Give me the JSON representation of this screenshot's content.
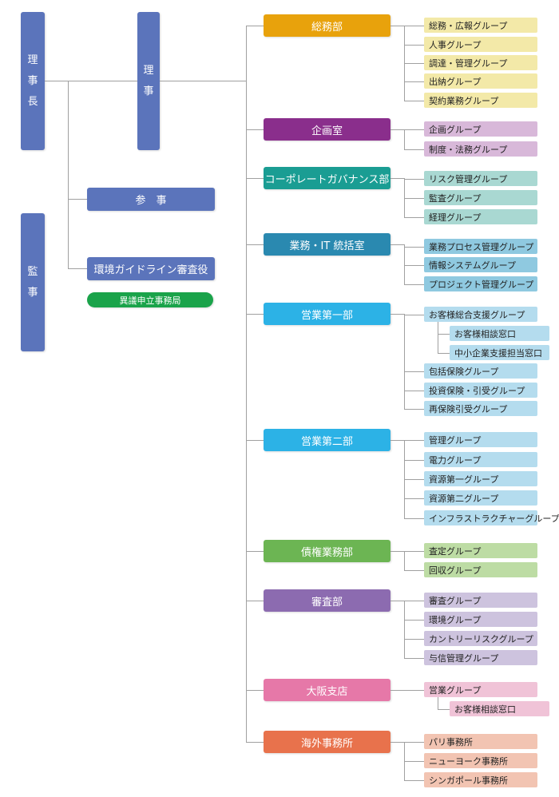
{
  "executives": {
    "chairman": [
      "理",
      "事",
      "長"
    ],
    "director": [
      "理",
      "事"
    ],
    "auditor": [
      "監",
      "事"
    ],
    "counselor": "参　事",
    "env_guideline": "環境ガイドライン審査役",
    "objection_office": "異議申立事務局"
  },
  "departments": [
    {
      "name": "総務部",
      "color": "#e8a20c",
      "group_color": "#f3e9a8",
      "groups": [
        {
          "label": "総務・広報グループ"
        },
        {
          "label": "人事グループ"
        },
        {
          "label": "調達・管理グループ"
        },
        {
          "label": "出納グループ"
        },
        {
          "label": "契約業務グループ"
        }
      ]
    },
    {
      "name": "企画室",
      "color": "#8a2e8c",
      "group_color": "#d8b8d9",
      "groups": [
        {
          "label": "企画グループ"
        },
        {
          "label": "制度・法務グループ"
        }
      ]
    },
    {
      "name": "コーポレートガバナンス部",
      "color": "#1a9d93",
      "group_color": "#a9d8d2",
      "groups": [
        {
          "label": "リスク管理グループ"
        },
        {
          "label": "監査グループ"
        },
        {
          "label": "経理グループ"
        }
      ]
    },
    {
      "name": "業務・IT 統括室",
      "color": "#2a89b0",
      "group_color": "#8fc9e0",
      "groups": [
        {
          "label": "業務プロセス管理グループ"
        },
        {
          "label": "情報システムグループ"
        },
        {
          "label": "プロジェクト管理グループ"
        }
      ]
    },
    {
      "name": "営業第一部",
      "color": "#2cb2e6",
      "group_color": "#b4dcee",
      "groups": [
        {
          "label": "お客様総合支援グループ"
        },
        {
          "label": "お客様相談窓口",
          "sub": true
        },
        {
          "label": "中小企業支援担当窓口",
          "sub": true
        },
        {
          "label": "包括保険グループ"
        },
        {
          "label": "投資保険・引受グループ"
        },
        {
          "label": "再保険引受グループ"
        }
      ]
    },
    {
      "name": "営業第二部",
      "color": "#2cb2e6",
      "group_color": "#b4dcee",
      "groups": [
        {
          "label": "管理グループ"
        },
        {
          "label": "電力グループ"
        },
        {
          "label": "資源第一グループ"
        },
        {
          "label": "資源第二グループ"
        },
        {
          "label": "インフラストラクチャーグループ"
        }
      ]
    },
    {
      "name": "債権業務部",
      "color": "#6cb553",
      "group_color": "#bddca4",
      "groups": [
        {
          "label": "査定グループ"
        },
        {
          "label": "回収グループ"
        }
      ]
    },
    {
      "name": "審査部",
      "color": "#8c6bb0",
      "group_color": "#cdc3de",
      "groups": [
        {
          "label": "審査グループ"
        },
        {
          "label": "環境グループ"
        },
        {
          "label": "カントリーリスクグループ"
        },
        {
          "label": "与信管理グループ"
        }
      ]
    },
    {
      "name": "大阪支店",
      "color": "#e678a8",
      "group_color": "#f0c3d7",
      "groups": [
        {
          "label": "営業グループ"
        },
        {
          "label": "お客様相談窓口",
          "sub": true
        }
      ]
    },
    {
      "name": "海外事務所",
      "color": "#e8724c",
      "group_color": "#f2c4b2",
      "groups": [
        {
          "label": "パリ事務所"
        },
        {
          "label": "ニューヨーク事務所"
        },
        {
          "label": "シンガポール事務所"
        }
      ]
    }
  ]
}
